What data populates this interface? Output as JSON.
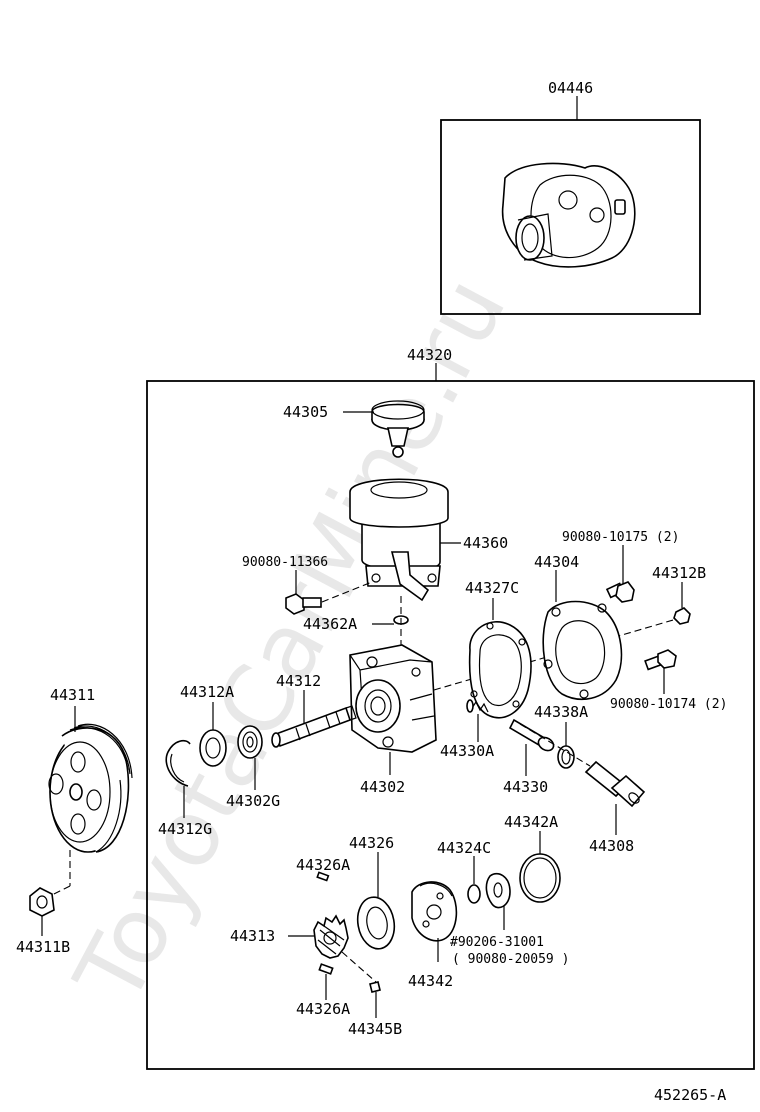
{
  "watermark": "ToyotaCarMine.ru",
  "figure_ref": "452265-A",
  "labels": {
    "l04446": "04446",
    "l44320": "44320",
    "l44305": "44305",
    "l44360": "44360",
    "l90080_11366": "90080-11366",
    "l90080_10175": "90080-10175 (2)",
    "l44304": "44304",
    "l44327C": "44327C",
    "l44312B": "44312B",
    "l44362A": "44362A",
    "l44311": "44311",
    "l44312A": "44312A",
    "l44312": "44312",
    "l90080_10174": "90080-10174 (2)",
    "l44338A": "44338A",
    "l44330A": "44330A",
    "l44302": "44302",
    "l44330": "44330",
    "l44302G": "44302G",
    "l44312G": "44312G",
    "l44308": "44308",
    "l44326": "44326",
    "l44342A": "44342A",
    "l44324C": "44324C",
    "l44326A_top": "44326A",
    "l44313": "44313",
    "l44311B": "44311B",
    "l90206": "#90206-31001",
    "l90080_20059": "( 90080-20059 )",
    "l44342": "44342",
    "l44326A_bottom": "44326A",
    "l44345B": "44345B"
  }
}
